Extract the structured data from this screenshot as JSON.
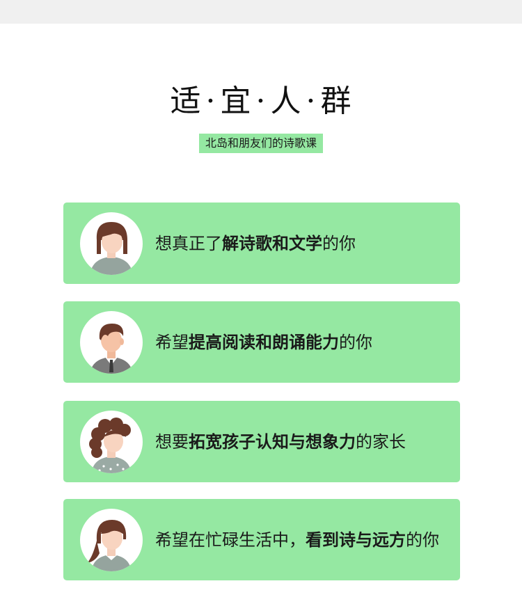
{
  "colors": {
    "accent": "#95e8a2",
    "text": "#1a1a1a",
    "topbar": "#f0f0f0"
  },
  "header": {
    "title_chars": [
      "适",
      "宜",
      "人",
      "群"
    ],
    "title_separator": "·",
    "subtitle": "北岛和朋友们的诗歌课"
  },
  "cards": [
    {
      "avatar_icon": "woman-short-hair-avatar-icon",
      "prefix": "想真正了",
      "highlight": "解诗歌和文学",
      "suffix": "的你"
    },
    {
      "avatar_icon": "man-tie-avatar-icon",
      "prefix": "希望",
      "highlight": "提高阅读和朗诵能力",
      "suffix": "的你"
    },
    {
      "avatar_icon": "woman-curly-hair-avatar-icon",
      "prefix": "想要",
      "highlight": "拓宽孩子认知与想象力",
      "suffix": "的家长"
    },
    {
      "avatar_icon": "woman-ponytail-avatar-icon",
      "prefix": "希望在忙碌生活中，",
      "highlight": "看到诗与远方",
      "suffix": "的你"
    }
  ]
}
